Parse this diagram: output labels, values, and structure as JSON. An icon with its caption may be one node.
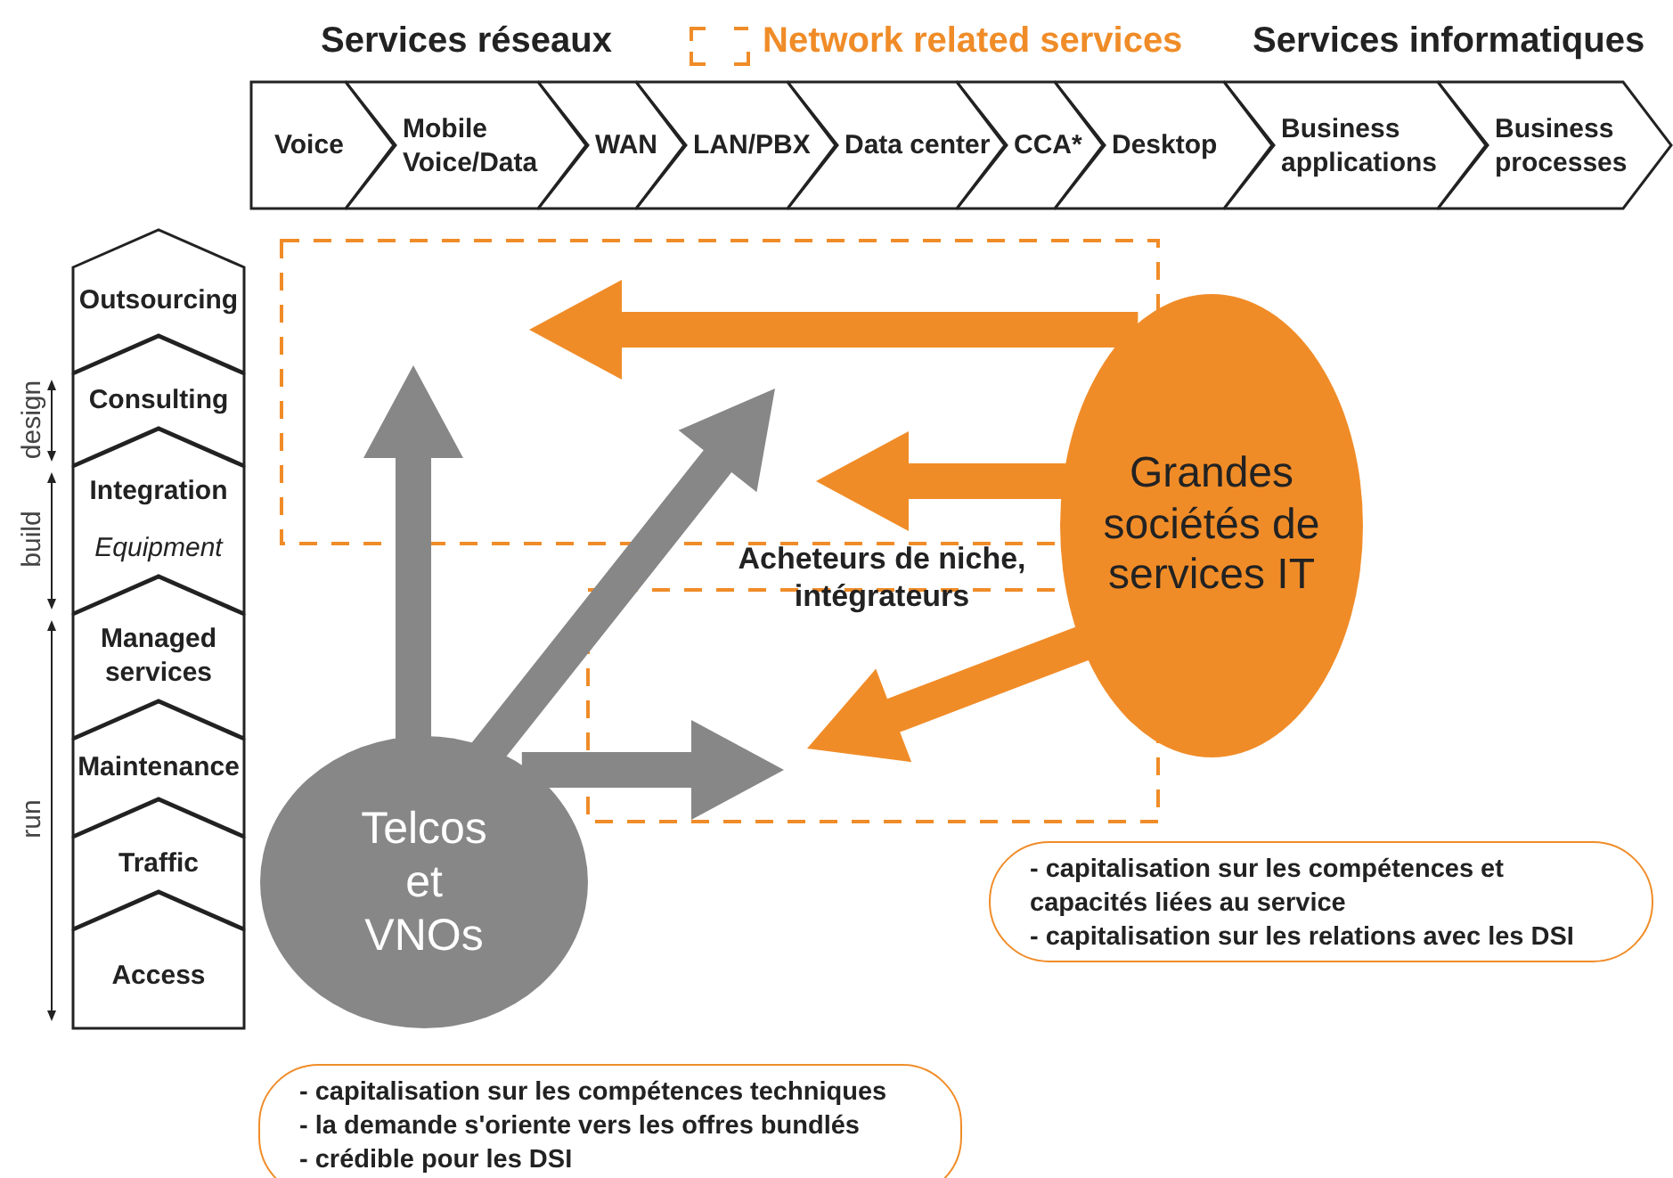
{
  "diagram": {
    "nodes": [
      {
        "text": [
          "Voice"
        ]
      },
      {
        "text": [
          "Mobile Voice/Data"
        ]
      },
      {
        "text": [
          "WAN"
        ]
      },
      {
        "text": [
          "LAN/PBX"
        ]
      },
      {
        "text": [
          "Data center"
        ]
      },
      {
        "text": [
          "CCA*"
        ]
      },
      {
        "text": [
          "Desktop"
        ]
      },
      {
        "text": [
          "Business applications"
        ]
      },
      {
        "text": [
          "Business processes"
        ]
      },
      {
        "text": [
          "Outsourcing"
        ]
      },
      {
        "text": [
          "Consulting"
        ]
      },
      {
        "text": [
          "Integration",
          "Equipment"
        ]
      },
      {
        "text": [
          "Managed services"
        ]
      },
      {
        "text": [
          "Maintenance"
        ]
      },
      {
        "text": [
          "Traffic"
        ]
      },
      {
        "text": [
          "Access"
        ]
      },
      {
        "text": [
          "Telcos et VNOs"
        ]
      },
      {
        "text": [
          "Grandes sociétés de services IT"
        ]
      },
      {
        "text": [
          "- capitalisation sur les compétences et capacités liées au service",
          "- capitalisation sur les relations avec les DSI"
        ]
      },
      {
        "text": [
          "- capitalisation sur les compétences techniques",
          "- la demande s'oriente vers les offres bundlés",
          "- crédible pour les DSI"
        ]
      }
    ],
    "edges": [
      {
        "from": 16,
        "to": null,
        "arrow": "to",
        "color": "#878787"
      },
      {
        "from": 16,
        "to": null,
        "arrow": "to",
        "color": "#878787"
      },
      {
        "from": 16,
        "to": null,
        "arrow": "to",
        "color": "#878787"
      },
      {
        "from": 17,
        "to": null,
        "arrow": "to",
        "color": "#f08c28"
      },
      {
        "from": 17,
        "to": null,
        "arrow": "to",
        "color": "#f08c28"
      },
      {
        "from": 17,
        "to": null,
        "arrow": "to",
        "color": "#f08c28"
      }
    ],
    "labels": [
      "Services réseaux",
      "Services informatiques",
      "design",
      "build",
      "run",
      "Acheteurs de niche, intégrateurs"
    ],
    "legend": [
      {
        "text": "Network related services"
      }
    ]
  }
}
